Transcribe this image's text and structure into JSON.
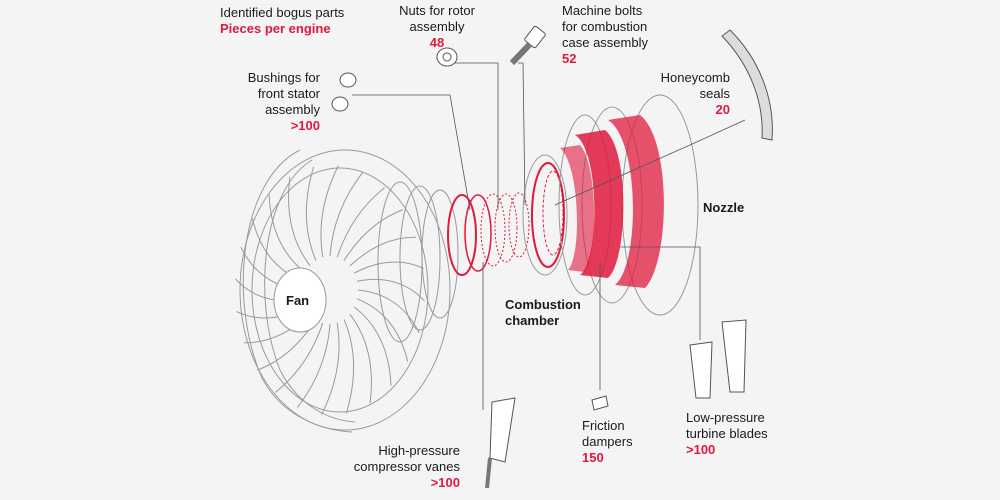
{
  "legend": {
    "title": "Identified bogus parts",
    "subtitle": "Pieces per engine"
  },
  "colors": {
    "accent": "#e0193d",
    "line": "#555555",
    "engine": "#9a9a9a"
  },
  "callouts": [
    {
      "id": "nuts",
      "label": "Nuts for rotor\nassembly",
      "count": "48"
    },
    {
      "id": "bolts",
      "label": "Machine bolts\nfor combustion\ncase assembly",
      "count": "52"
    },
    {
      "id": "bushings",
      "label": "Bushings for\nfront stator\nassembly",
      "count": ">100"
    },
    {
      "id": "honeycomb",
      "label": "Honeycomb\nseals",
      "count": "20"
    },
    {
      "id": "hpc",
      "label": "High-pressure\ncompressor vanes",
      "count": ">100"
    },
    {
      "id": "friction",
      "label": "Friction\ndampers",
      "count": "150"
    },
    {
      "id": "lpt",
      "label": "Low-pressure\nturbine blades",
      "count": ">100"
    }
  ],
  "parts": {
    "fan": "Fan",
    "combustion": "Combustion\nchamber",
    "nozzle": "Nozzle"
  }
}
